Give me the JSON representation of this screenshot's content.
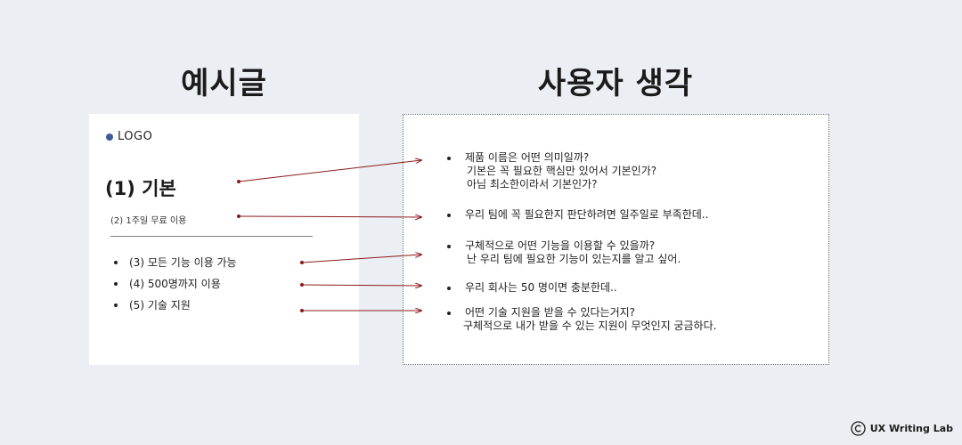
{
  "titles": {
    "left": "예시글",
    "right": "사용자 생각"
  },
  "example": {
    "logo": "LOGO",
    "heading": "(1) 기본",
    "sub": "(2) 1주일 무료 이용",
    "items": [
      "(3) 모든 기능 이용 가능",
      "(4) 500명까지 이용",
      "(5) 기술 지원"
    ]
  },
  "thoughts": [
    [
      "제품 이름은 어떤 의미일까?",
      "기본은 꼭 필요한 핵심만 있어서 기본인가?",
      "아님 최소한이라서 기본인가?"
    ],
    [
      "우리 팀에 꼭 필요한지 판단하려면 일주일로 부족한데.."
    ],
    [
      "구체적으로 어떤 기능을 이용할 수 있을까?",
      "난 우리 팀에 필요한 기능이 있는지를 알고 싶어."
    ],
    [
      "우리 회사는 50 명이면 충분한데.."
    ],
    [
      "어떤 기술 지원을 받을 수 있다는거지?",
      "구체적으로 내가 받을 수 있는 지원이 무엇인지 궁금하다."
    ]
  ],
  "colors": {
    "connector": "#8b1a1a",
    "logo_dot": "#3e5a97",
    "background": "#ebeff3"
  },
  "brand": {
    "icon": "copyright-icon",
    "text": "UX Writing Lab"
  }
}
